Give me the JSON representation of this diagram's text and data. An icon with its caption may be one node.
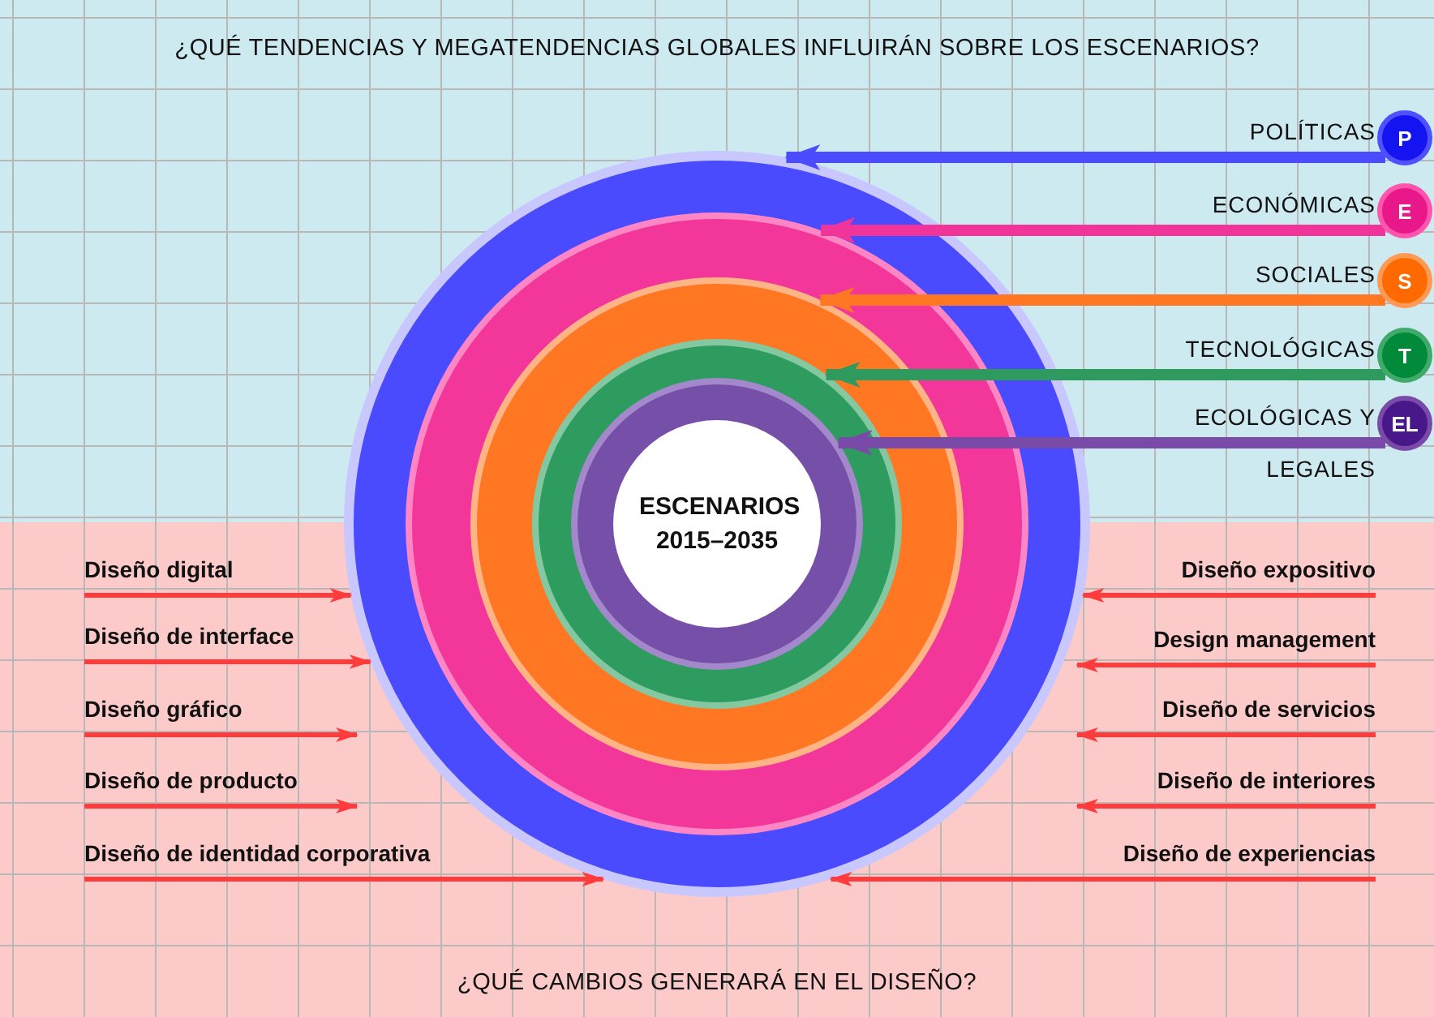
{
  "diagram": {
    "title": "¿QUÉ TENDENCIAS Y MEGATENDENCIAS GLOBALES INFLUIRÁN SOBRE LOS ESCENARIOS?",
    "caption": "¿QUÉ CAMBIOS GENERARÁ EN EL DISEÑO?",
    "nodes": [
      {
        "text": [],
        "shape": "circle"
      },
      {
        "text": [],
        "shape": "circle",
        "in": 0
      },
      {
        "text": [],
        "shape": "circle",
        "in": 1
      },
      {
        "text": [],
        "shape": "circle",
        "in": 2
      },
      {
        "text": [],
        "shape": "circle",
        "in": 3
      },
      {
        "text": [
          "ESCENARIOS 2015–2035"
        ],
        "in": 4
      },
      {
        "text": [
          "P"
        ],
        "beside": [
          "POLÍTICAS"
        ]
      },
      {
        "text": [
          "E"
        ],
        "beside": [
          "ECONÓMICAS"
        ]
      },
      {
        "text": [
          "S"
        ],
        "beside": [
          "SOCIALES"
        ]
      },
      {
        "text": [
          "T"
        ],
        "beside": [
          "TECNOLÓGICAS"
        ]
      },
      {
        "text": [
          "EL"
        ],
        "beside": [
          "ECOLÓGICAS Y LEGALES"
        ]
      },
      {
        "text": [
          "Diseño digital"
        ]
      },
      {
        "text": [
          "Diseño de interface"
        ]
      },
      {
        "text": [
          "Diseño gráfico"
        ]
      },
      {
        "text": [
          "Diseño de producto"
        ]
      },
      {
        "text": [
          "Diseño de identidad corporativa"
        ]
      },
      {
        "text": [
          "Diseño expositivo"
        ]
      },
      {
        "text": [
          "Design management"
        ]
      },
      {
        "text": [
          "Diseño de servicios"
        ]
      },
      {
        "text": [
          "Diseño de interiores"
        ]
      },
      {
        "text": [
          "Diseño de experiencias"
        ]
      }
    ],
    "edges": [
      {
        "from": 6,
        "to": 0,
        "arrow": "to",
        "style": "thick",
        "color": "#4b4bff"
      },
      {
        "from": 7,
        "to": 1,
        "arrow": "to",
        "style": "thick",
        "color": "#f0349a"
      },
      {
        "from": 8,
        "to": 2,
        "arrow": "to",
        "style": "thick",
        "color": "#ff7722"
      },
      {
        "from": 9,
        "to": 3,
        "arrow": "to",
        "style": "thick",
        "color": "#2e9a5e"
      },
      {
        "from": 10,
        "to": 4,
        "arrow": "to",
        "style": "thick",
        "color": "#7a4aa8"
      },
      {
        "from": 11,
        "to": 0,
        "arrow": "to"
      },
      {
        "from": 12,
        "to": 0,
        "arrow": "to"
      },
      {
        "from": 13,
        "to": 0,
        "arrow": "to"
      },
      {
        "from": 14,
        "to": 0,
        "arrow": "to"
      },
      {
        "from": 15,
        "to": 0,
        "arrow": "to"
      },
      {
        "from": 16,
        "to": 0,
        "arrow": "to"
      },
      {
        "from": 17,
        "to": 0,
        "arrow": "to"
      },
      {
        "from": 18,
        "to": 0,
        "arrow": "to"
      },
      {
        "from": 19,
        "to": 0,
        "arrow": "to"
      },
      {
        "from": 20,
        "to": 0,
        "arrow": "to"
      }
    ]
  }
}
